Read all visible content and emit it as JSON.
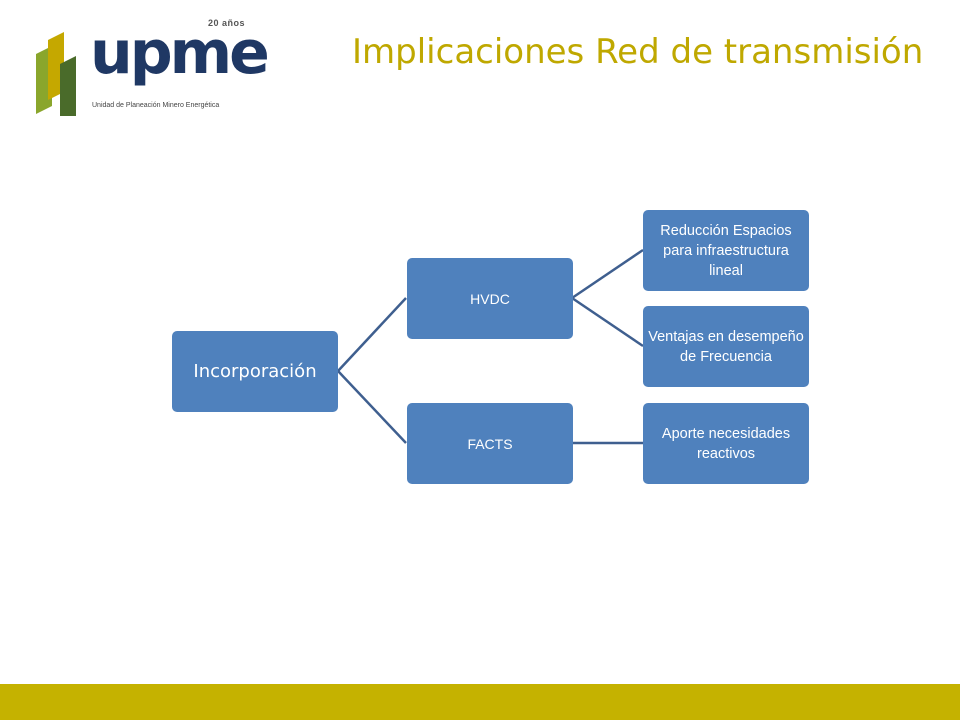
{
  "header": {
    "title": "Implicaciones Red de transmisión"
  },
  "logo": {
    "wordmark": "upme",
    "years": "20 años",
    "subtitle": "Unidad de Planeación Minero Energética",
    "colors": {
      "dark_green": "#4a6b2a",
      "light_green": "#8aa62c",
      "gold": "#c5a800",
      "navy": "#1f3864"
    }
  },
  "diagram": {
    "root": {
      "label": "Incorporación"
    },
    "branches": [
      {
        "label": "HVDC",
        "children": [
          {
            "label": "Reducción Espacios para infraestructura lineal"
          },
          {
            "label": "Ventajas en desempeño de Frecuencia"
          }
        ]
      },
      {
        "label": "FACTS",
        "children": [
          {
            "label": "Aporte necesidades reactivos"
          }
        ]
      }
    ],
    "colors": {
      "node_fill": "#4f81bd",
      "connector": "#3f5f8f"
    }
  },
  "theme": {
    "title_color": "#bfa800",
    "footer_color": "#c5b200"
  }
}
